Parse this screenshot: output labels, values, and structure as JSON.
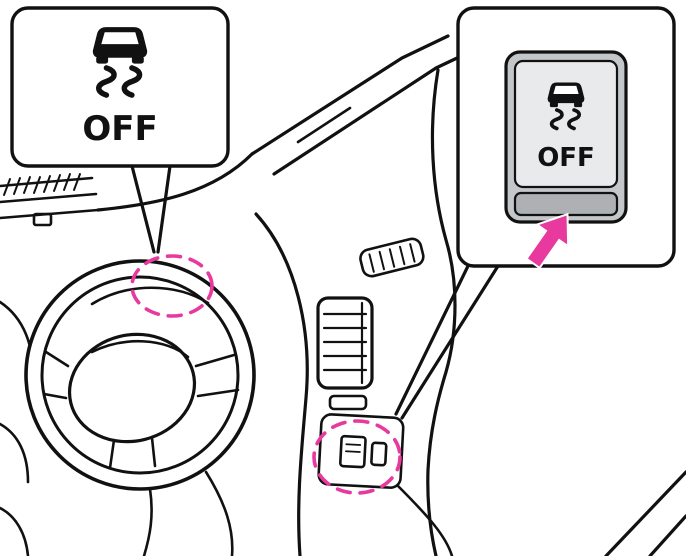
{
  "diagram": {
    "description": "Owner's manual illustration showing the location of the VDC OFF switch on the instrument panel, with a close-up of the switch",
    "labels": {
      "indicator_off": "OFF",
      "button_off": "OFF"
    },
    "icons": {
      "vdc_off": "car-with-skid-marks-icon",
      "arrow": "press-direction-arrow-icon",
      "highlights": "dashed-location-circle"
    },
    "colors": {
      "line": "#111111",
      "highlight": "#e8399e",
      "button_outer": "#c3c7c9",
      "button_face": "#e8eaeb",
      "button_strip": "#adb1b3",
      "background": "#ffffff"
    }
  }
}
